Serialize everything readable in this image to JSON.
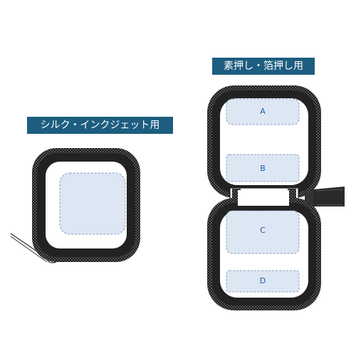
{
  "labels": {
    "left": "シルク・インクジェット用",
    "right": "素押し・箔押し用"
  },
  "zones": [
    "A",
    "B",
    "C",
    "D"
  ],
  "colors": {
    "label_bg": "#1d5d80",
    "frame": "#222222",
    "print_area_fill": "#dde6f3",
    "print_area_stroke": "#8aa0c0",
    "zone_text": "#1d5d9a"
  }
}
